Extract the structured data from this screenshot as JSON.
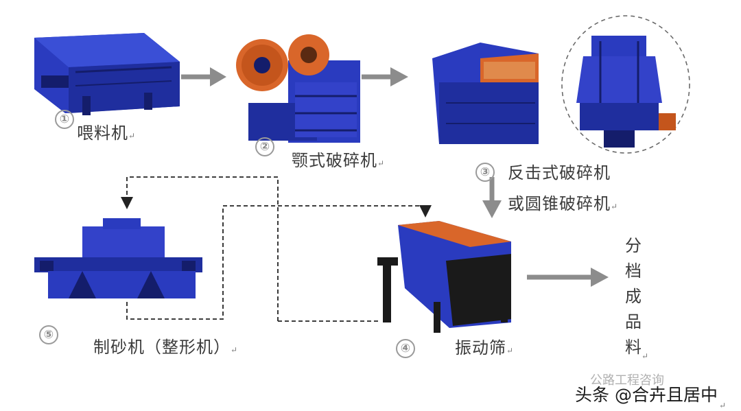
{
  "steps": [
    {
      "number": "①",
      "label": "喂料机"
    },
    {
      "number": "②",
      "label": "颚式破碎机"
    },
    {
      "number": "③",
      "label_line1": "反击式破碎机",
      "label_line2": "或圆锥破碎机"
    },
    {
      "number": "④",
      "label": "振动筛"
    },
    {
      "number": "⑤",
      "label": "制砂机（整形机）"
    }
  ],
  "output_label": [
    "分",
    "档",
    "成",
    "品",
    "料"
  ],
  "paragraph_mark": "↵",
  "watermark_back": "公路工程咨询",
  "watermark_front": "头条 @合卉且居中",
  "colors": {
    "machine_blue": "#2a3bbf",
    "machine_dark": "#141d6b",
    "wheel_orange": "#d9662a",
    "arrow_gray": "#8c8c8c"
  }
}
